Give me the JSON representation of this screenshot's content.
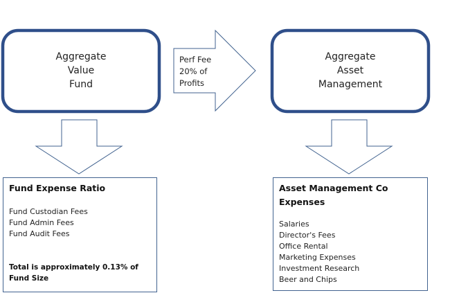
{
  "colors": {
    "node_border": "#2f4f8a",
    "arrow_stroke": "#41628f",
    "box_border": "#41628f"
  },
  "nodes": {
    "aggregate_value_fund": {
      "lines": [
        "Aggregate",
        "Value",
        "Fund"
      ]
    },
    "aggregate_asset_management": {
      "lines": [
        "Aggregate",
        "Asset",
        "Management"
      ]
    }
  },
  "perf_fee_arrow": {
    "lines": [
      "Perf Fee",
      "20% of",
      "Profits"
    ]
  },
  "fund_expense_ratio": {
    "title": "Fund Expense Ratio",
    "items": [
      "Fund Custodian Fees",
      "Fund Admin Fees",
      "Fund Audit Fees"
    ],
    "note": "Total is approximately 0.13% of Fund Size"
  },
  "asset_management_expenses": {
    "title": "Asset Management Co Expenses",
    "items": [
      "Salaries",
      "Director's Fees",
      "Office Rental",
      "Marketing Expenses",
      "Investment Research",
      "Beer and Chips"
    ]
  }
}
